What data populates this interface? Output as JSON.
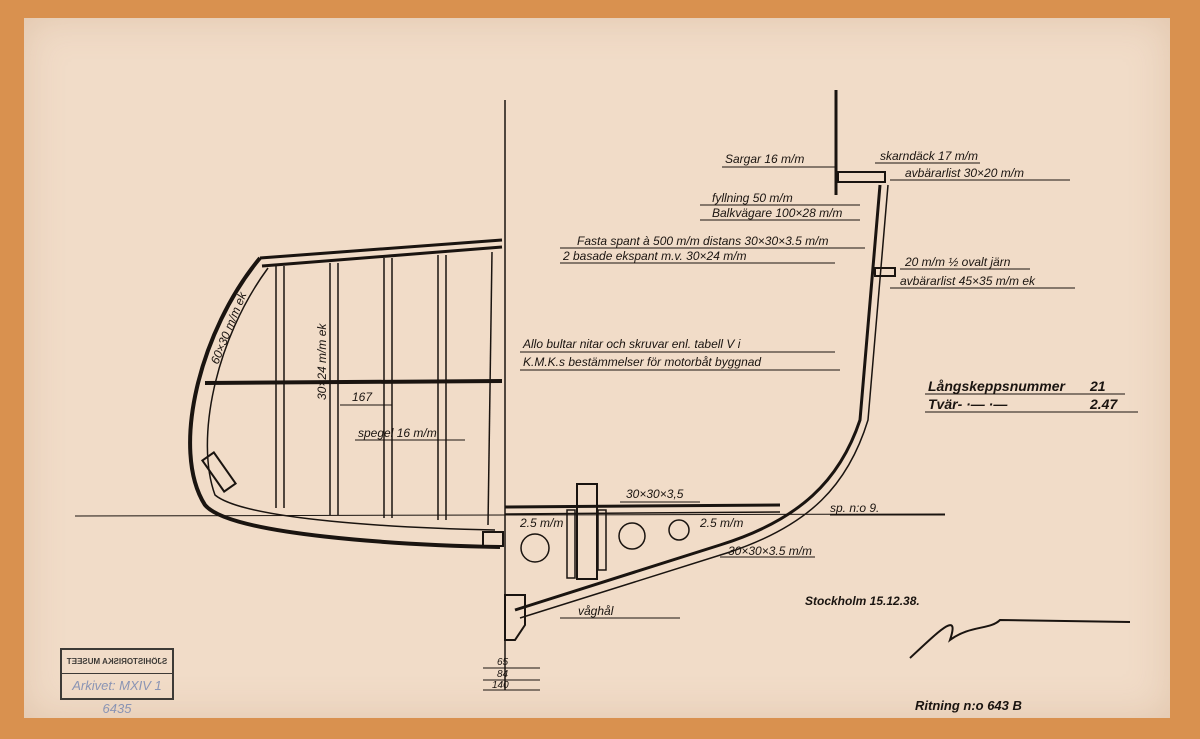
{
  "labels": {
    "sargar": "Sargar 16 m/m",
    "skarndack": "skarndäck 17 m/m",
    "avbararlist1": "avbärarlist 30×20 m/m",
    "fyllning": "fyllning 50 m/m",
    "balkvagare": "Balkvägare 100×28 m/m",
    "fasta_spant": "Fasta spant à 500 m/m distans 30×30×3.5 m/m",
    "ekspant": "2 basade ekspant m.v. 30×24 m/m",
    "ovalt_jarn": "20 m/m ½ ovalt järn",
    "avbararlist2": "avbärarlist 45×35 m/m ek",
    "note1": "Allo bultar nitar och skruvar enl. tabell V i",
    "note2": "K.M.K.s bestämmelser för motorbåt byggnad",
    "langskepp": "Långskeppsnummer",
    "langskepp_val": "21",
    "tvar": "Tvär- ·— ·—",
    "tvar_val": "2.47",
    "ek60": "60×30 m/m ek",
    "ek30": "30×24 m/m ek",
    "dim167": "167",
    "spegel": "spegel 16 m/m",
    "angle1": "30×30×3,5",
    "plate_left": "2.5 m/m",
    "plate_right": "2.5 m/m",
    "spno": "sp. n:o 9.",
    "angle2": "30×30×3.5 m/m",
    "vaghal": "våghål",
    "dim65": "65",
    "dim84": "84",
    "dim140": "140",
    "place_date": "Stockholm 15.12.38.",
    "signature": "J.A. M. Thunn",
    "drawing_no": "Ritning n:o 643 B"
  },
  "stamp": {
    "museum": "SJÖHISTORISKA MUSEET",
    "archive": "Arkivet: MXIV 1 6435"
  }
}
